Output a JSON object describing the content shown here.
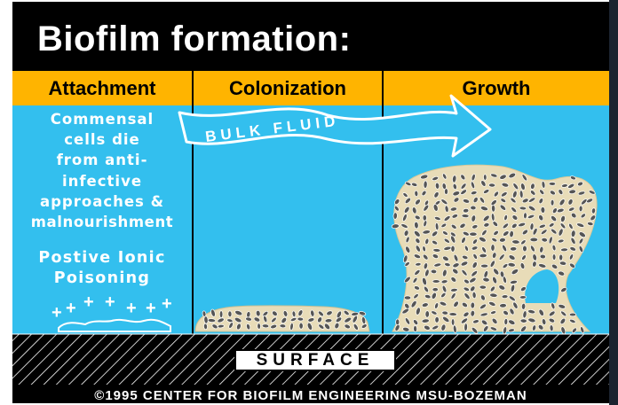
{
  "title": "Biofilm formation:",
  "stages": [
    "Attachment",
    "Colonization",
    "Growth"
  ],
  "attachment_notes": {
    "lines": [
      "Commensal",
      "cells die",
      "from anti-",
      "infective",
      "approaches &",
      "malnourishment"
    ],
    "poisoning_lines": [
      "Postive Ionic",
      "Poisoning"
    ],
    "ion_glyph": "+"
  },
  "flow_label": "BULK FLUID",
  "surface_label": "SURFACE",
  "footer": "©1995  CENTER FOR BIOFILM ENGINEERING  MSU-BOZEMAN",
  "colors": {
    "background": "#000000",
    "header": "#ffb400",
    "fluid": "#33bfee",
    "biofilm": "#e8dcb8",
    "cell": "#555555"
  },
  "icons": [
    "arrow-right-icon",
    "plus-ion-icon"
  ]
}
